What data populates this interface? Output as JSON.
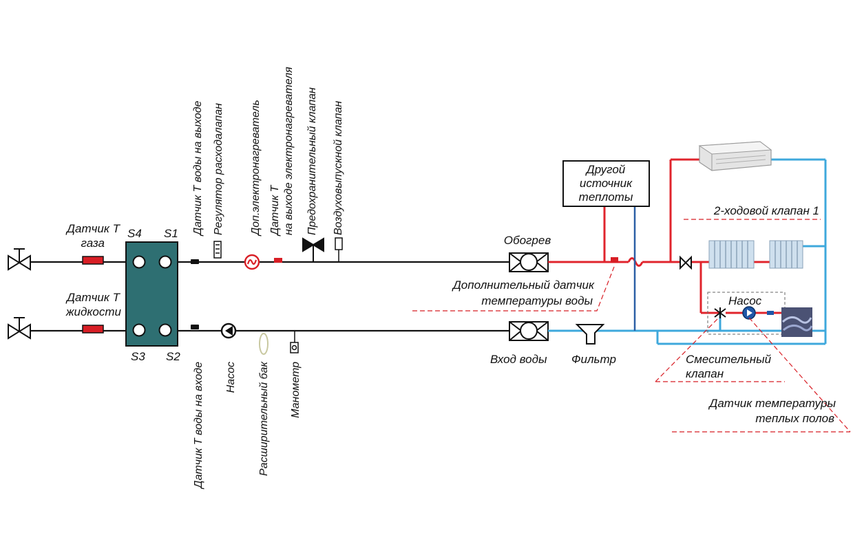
{
  "labels": {
    "gas_sensor": [
      "Датчик Т",
      "газа"
    ],
    "liquid_sensor": [
      "Датчик Т",
      "жидкости"
    ],
    "ports": {
      "s1": "S1",
      "s2": "S2",
      "s3": "S3",
      "s4": "S4"
    },
    "outlet_water_sensor": "Датчик Т воды на выходе",
    "flow_regulator": "Регулятор расходалапан",
    "aux_heater": "Доп.электронагреватель",
    "heater_outlet_sensor": [
      "Датчик Т",
      "на выходе электронагревателя"
    ],
    "safety_valve": "Предохранительный клапан",
    "air_vent": "Воздуховыпускной клапан",
    "inlet_water_sensor": "Датчик Т воды на входе",
    "pump_main": "Насос",
    "expansion_tank": "Расширительный бак",
    "manometer": "Манометр",
    "heating": "Обогрев",
    "water_inlet": "Вход воды",
    "filter": "Фильтр",
    "other_heat_source": [
      "Другой",
      "источник",
      "теплоты"
    ],
    "extra_water_sensor": [
      "Дополнительный датчик",
      "температуры воды"
    ],
    "two_way_valve": "2-ходовой клапан 1",
    "pump_floor": "Насос",
    "mixing_valve": [
      "Смесительный",
      "клапан"
    ],
    "floor_sensor": [
      "Датчик температуры",
      "теплых полов"
    ]
  },
  "colors": {
    "hot_pipe": "#e0242c",
    "cold_pipe": "#3ea8dc",
    "main_pipe": "#111111",
    "exchanger": "#2e6f72",
    "sensor_red": "#d81e25",
    "pump_blue": "#1f57a8",
    "source_blue": "#2b5fa5",
    "dash_red": "#d81e25"
  },
  "icons": [
    "gate-valve-icon",
    "sensor-icon",
    "heat-exchanger-icon",
    "flow-regulator-icon",
    "electric-heater-icon",
    "safety-valve-icon",
    "air-vent-icon",
    "pump-icon",
    "expansion-tank-icon",
    "manometer-icon",
    "heating-unit-icon",
    "filter-icon",
    "fan-coil-icon",
    "radiator-icon",
    "mixing-valve-icon",
    "floor-heating-icon"
  ]
}
